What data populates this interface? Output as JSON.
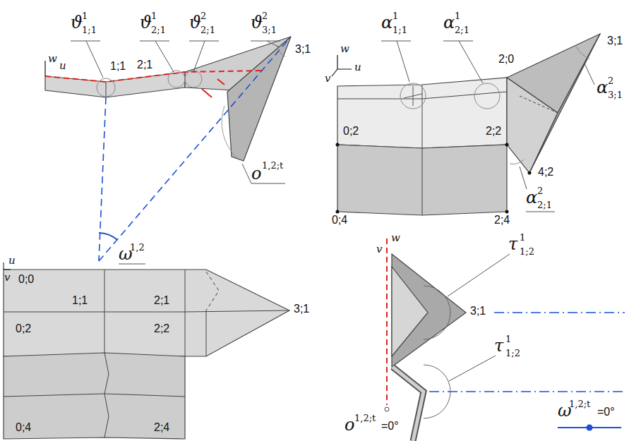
{
  "diagram": {
    "labels": [
      "ϑ",
      "1",
      "1;1",
      "ϑ",
      "1",
      "2;1",
      "ϑ",
      "2",
      "2;1",
      "ϑ",
      "2",
      "3;1",
      "w",
      "u",
      "1;1",
      "2;1",
      "3;1",
      "o",
      "1,2;t",
      "ω",
      "1,2",
      "α",
      "1",
      "1;1",
      "α",
      "1",
      "2;1",
      "w",
      "v",
      "u",
      "2;0",
      "3;1",
      "α",
      "2",
      "3;1",
      "0;2",
      "2;2",
      "4;2",
      "α",
      "2",
      "2;1",
      "0;4",
      "2;4",
      "u",
      "v",
      "0;0",
      "1;1",
      "2;1",
      "3;1",
      "0;2",
      "2;2",
      "0;4",
      "2;4",
      "w",
      "v",
      "τ",
      "1",
      "1;2",
      "3;1",
      "τ",
      "1",
      "1;2",
      "ω",
      "1,2;t",
      "=0°",
      "o",
      "1,2;t",
      "=0°"
    ]
  }
}
